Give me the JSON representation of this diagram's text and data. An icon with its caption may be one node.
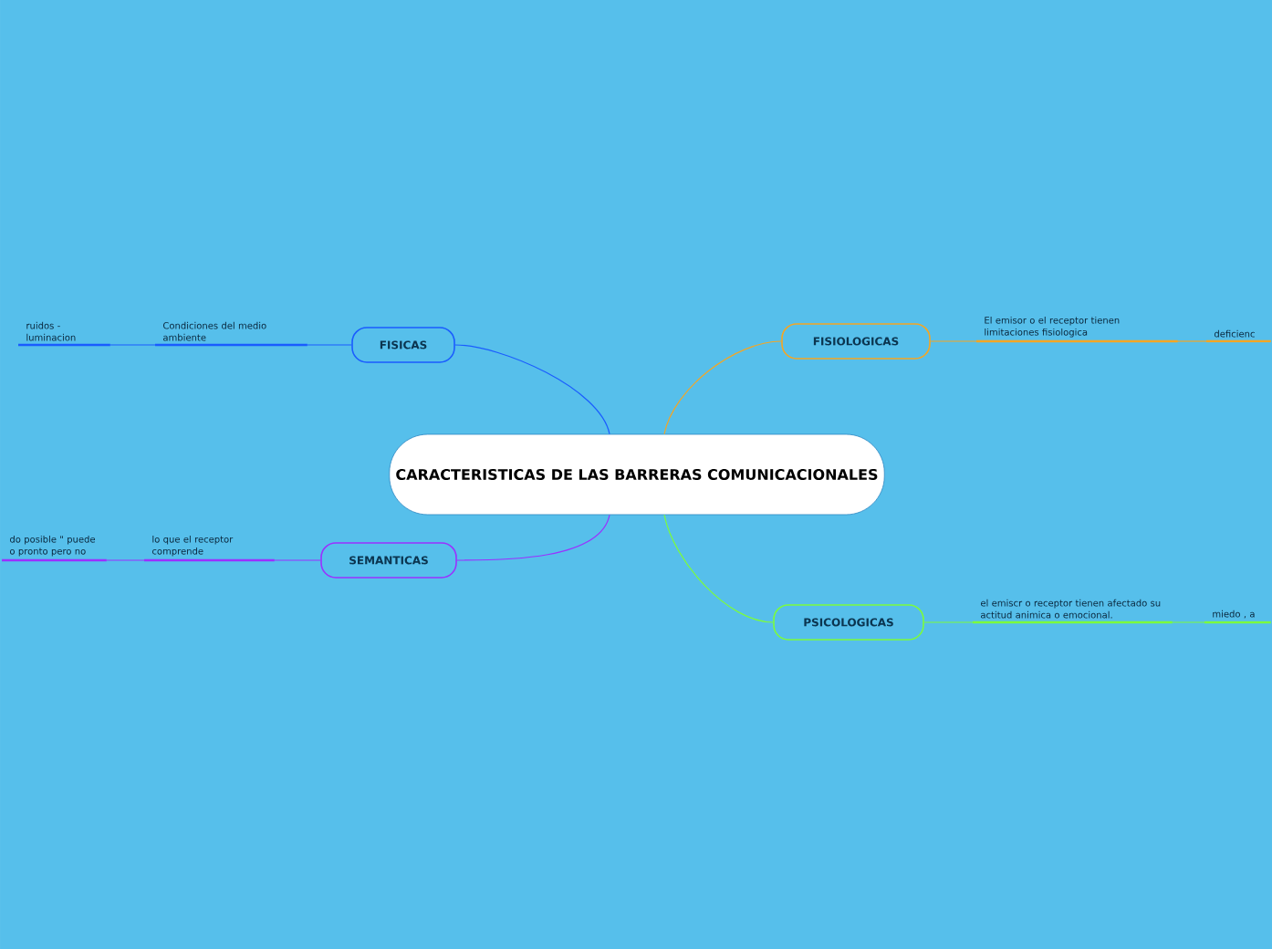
{
  "diagram": {
    "nodes": [
      {
        "text": [
          "CARACTERISTICAS DE LAS BARRERAS COMUNICACIONALES"
        ]
      },
      {
        "text": [
          "FISICAS"
        ]
      },
      {
        "text": [
          "Condiciones del medio ambiente"
        ]
      },
      {
        "text": [
          "ruidos - luminacion"
        ]
      },
      {
        "text": [
          "SEMANTICAS"
        ]
      },
      {
        "text": [
          "lo que el receptor comprende"
        ]
      },
      {
        "text": [
          "do posible \" puede o pronto pero no"
        ]
      },
      {
        "text": [
          "FISIOLOGICAS"
        ]
      },
      {
        "text": [
          "El emisor o el receptor tienen limitaciones fisiologica"
        ]
      },
      {
        "text": [
          "deficienc"
        ]
      },
      {
        "text": [
          "PSICOLOGICAS"
        ]
      },
      {
        "text": [
          "el emiscr o receptor tienen afectado su actitud animica o emocional."
        ]
      },
      {
        "text": [
          "miedo , a"
        ]
      }
    ],
    "edges": [
      {
        "from": 0,
        "to": 1,
        "arrow": "none",
        "color": "#1a5cff"
      },
      {
        "from": 1,
        "to": 2,
        "arrow": "none",
        "color": "#1a5cff"
      },
      {
        "from": 2,
        "to": 3,
        "arrow": "none",
        "color": "#1a5cff"
      },
      {
        "from": 0,
        "to": 4,
        "arrow": "none",
        "color": "#9b30ff"
      },
      {
        "from": 4,
        "to": 5,
        "arrow": "none",
        "color": "#9b30ff"
      },
      {
        "from": 5,
        "to": 6,
        "arrow": "none",
        "color": "#9b30ff"
      },
      {
        "from": 0,
        "to": 7,
        "arrow": "none",
        "color": "#f5a623"
      },
      {
        "from": 7,
        "to": 8,
        "arrow": "none",
        "color": "#f5a623"
      },
      {
        "from": 8,
        "to": 9,
        "arrow": "none",
        "color": "#f5a623"
      },
      {
        "from": 0,
        "to": 10,
        "arrow": "none",
        "color": "#7cfc3c"
      },
      {
        "from": 10,
        "to": 11,
        "arrow": "none",
        "color": "#7cfc3c"
      },
      {
        "from": 11,
        "to": 12,
        "arrow": "none",
        "color": "#7cfc3c"
      }
    ]
  }
}
